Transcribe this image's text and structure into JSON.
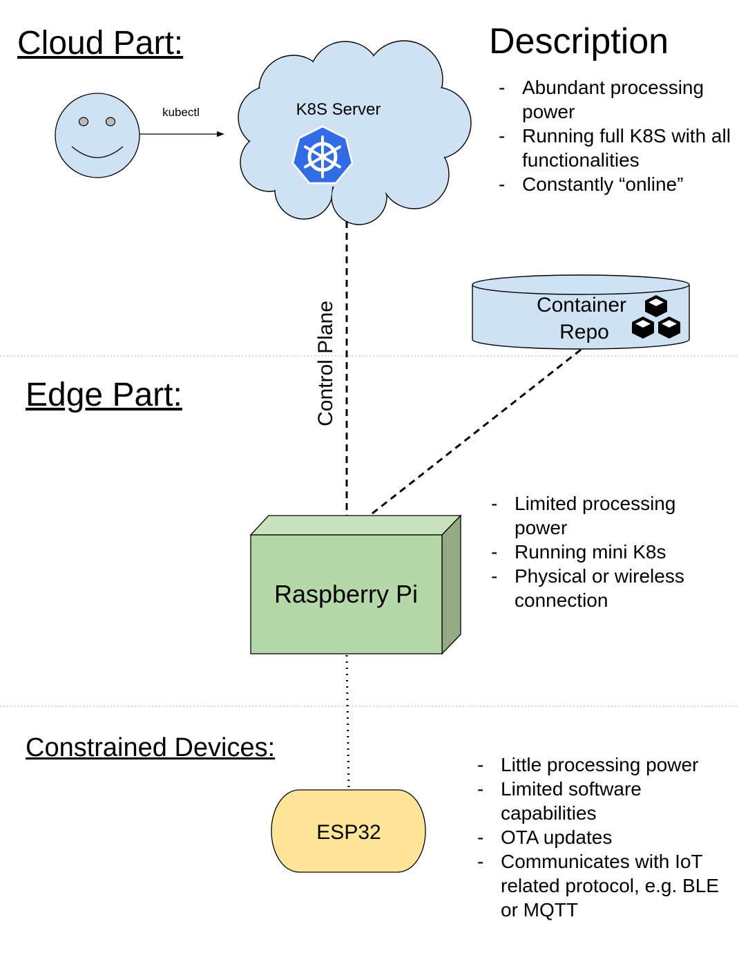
{
  "headings": {
    "cloud": "Cloud Part:",
    "edge": "Edge Part:",
    "constrained": "Constrained Devices:",
    "description": "Description"
  },
  "cloud": {
    "user_action": "kubectl",
    "server_label": "K8S Server",
    "icon": "kubernetes-helm-icon",
    "bullets": [
      "Abundant processing power",
      "Running full K8S with all functionalities",
      "Constantly “online”"
    ]
  },
  "link_label": "Control Plane",
  "repo": {
    "line1": "Container",
    "line2": "Repo",
    "icon": "boxes-icon"
  },
  "edge": {
    "device_label": "Raspberry Pi",
    "bullets": [
      "Limited processing power",
      "Running  mini K8s",
      "Physical or wireless connection"
    ]
  },
  "constrained": {
    "device_label": "ESP32",
    "bullets": [
      "Little processing power",
      "Limited software capabilities",
      "OTA updates",
      "Communicates with IoT related protocol, e.g. BLE or MQTT"
    ]
  },
  "colors": {
    "cloud_fill": "#cfe2f3",
    "pi_front": "#b6d7a8",
    "pi_top": "#c9e1bd",
    "pi_side": "#92ab86",
    "esp_fill": "#ffe599",
    "repo_fill": "#cfe2f3",
    "k8s_blue": "#326ce5",
    "face_fill": "#cfe2f3"
  }
}
